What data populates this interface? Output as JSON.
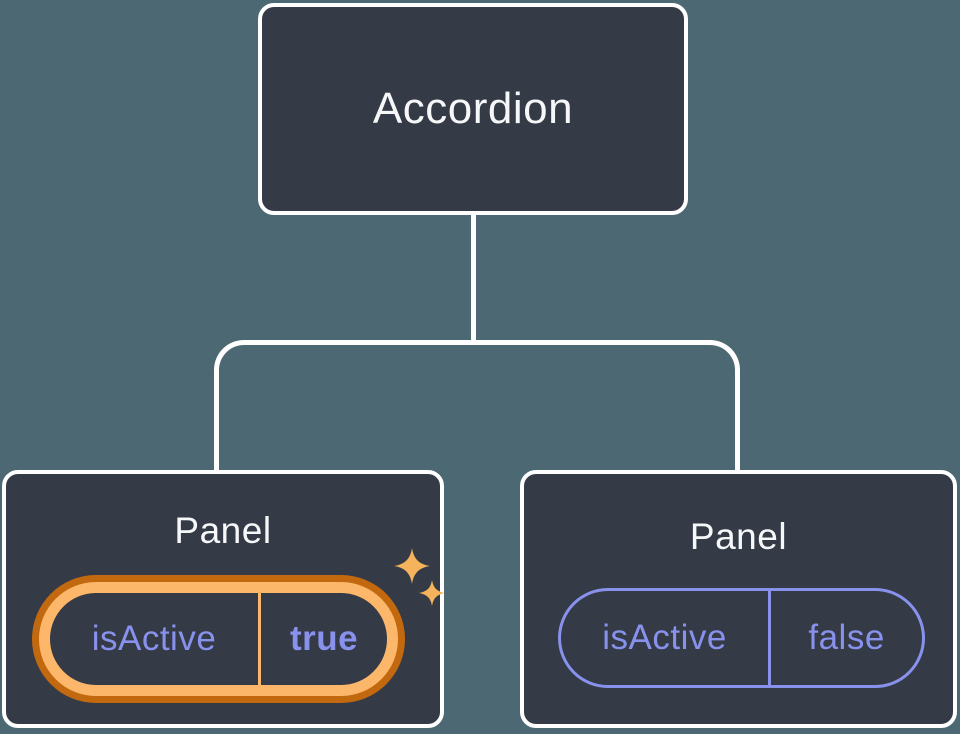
{
  "diagram": {
    "description": "Component tree: Accordion parent passing isActive state to two Panel children",
    "root": {
      "label": "Accordion"
    },
    "panels": [
      {
        "title": "Panel",
        "prop_name": "isActive",
        "prop_value": "true",
        "active": true,
        "badge": "sparkles-icon"
      },
      {
        "title": "Panel",
        "prop_name": "isActive",
        "prop_value": "false",
        "active": false
      }
    ]
  },
  "colors": {
    "background": "#4C6973",
    "node_fill": "#343A46",
    "node_border": "#FFFFFF",
    "connector": "#FFFFFF",
    "title_text": "#F6F7F9",
    "prop_text": "#8891EC",
    "pill_outline_inactive": "#8891EC",
    "pill_ring_outer": "#C2690F",
    "pill_ring_inner": "#FCB76A",
    "sparkle": "#F5B45C"
  }
}
